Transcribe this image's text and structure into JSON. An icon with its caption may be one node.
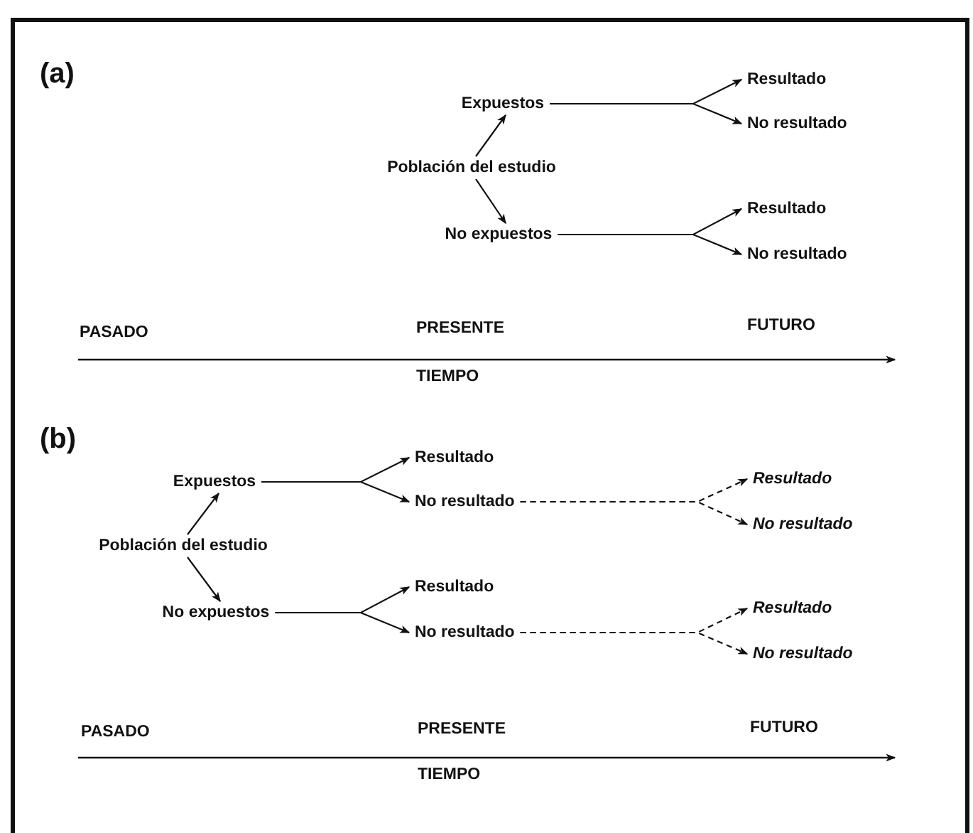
{
  "diagram": {
    "nodes": [
      {
        "text": [
          "Población del estudio"
        ]
      },
      {
        "text": [
          "Expuestos"
        ]
      },
      {
        "text": [
          "No expuestos"
        ]
      },
      {
        "text": [
          "Resultado"
        ]
      },
      {
        "text": [
          "No resultado"
        ]
      },
      {
        "text": [
          "Resultado"
        ]
      },
      {
        "text": [
          "No resultado"
        ]
      },
      {
        "text": [
          "Población del estudio"
        ]
      },
      {
        "text": [
          "Expuestos"
        ]
      },
      {
        "text": [
          "No expuestos"
        ]
      },
      {
        "text": [
          "Resultado"
        ]
      },
      {
        "text": [
          "No resultado"
        ]
      },
      {
        "text": [
          "Resultado"
        ]
      },
      {
        "text": [
          "No resultado"
        ]
      },
      {
        "text": [
          "Resultado"
        ]
      },
      {
        "text": [
          "No resultado"
        ]
      },
      {
        "text": [
          "Resultado"
        ]
      },
      {
        "text": [
          "No resultado"
        ]
      }
    ],
    "edges": [
      {
        "from": 0,
        "to": 1,
        "arrow": "to"
      },
      {
        "from": 0,
        "to": 2,
        "arrow": "to"
      },
      {
        "from": 1,
        "to": 3,
        "arrow": "to"
      },
      {
        "from": 1,
        "to": 4,
        "arrow": "to"
      },
      {
        "from": 2,
        "to": 5,
        "arrow": "to"
      },
      {
        "from": 2,
        "to": 6,
        "arrow": "to"
      },
      {
        "from": 7,
        "to": 8,
        "arrow": "to"
      },
      {
        "from": 7,
        "to": 9,
        "arrow": "to"
      },
      {
        "from": 8,
        "to": 10,
        "arrow": "to"
      },
      {
        "from": 8,
        "to": 11,
        "arrow": "to"
      },
      {
        "from": 9,
        "to": 12,
        "arrow": "to"
      },
      {
        "from": 9,
        "to": 13,
        "arrow": "to"
      },
      {
        "from": 11,
        "to": 14,
        "arrow": "to",
        "style": "dashed"
      },
      {
        "from": 11,
        "to": 15,
        "arrow": "to",
        "style": "dashed"
      },
      {
        "from": 13,
        "to": 16,
        "arrow": "to",
        "style": "dashed"
      },
      {
        "from": 13,
        "to": 17,
        "arrow": "to",
        "style": "dashed"
      }
    ],
    "labels": [
      "(a)",
      "PASADO",
      "PRESENTE",
      "FUTURO",
      "TIEMPO",
      "(b)",
      "PASADO",
      "PRESENTE",
      "FUTURO",
      "TIEMPO"
    ]
  }
}
